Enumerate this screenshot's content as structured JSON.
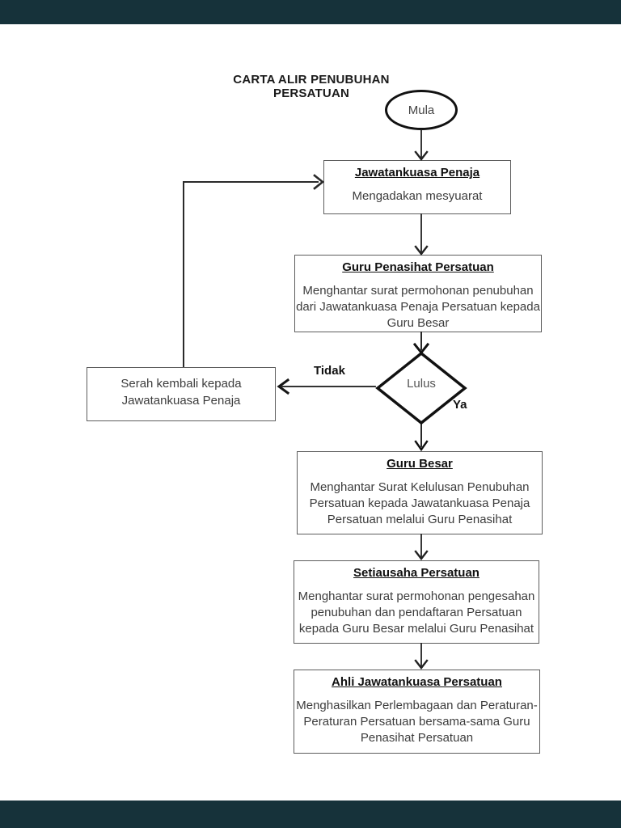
{
  "page": {
    "title": "CARTA ALIR PENUBUHAN PERSATUAN"
  },
  "flowchart": {
    "start": {
      "label": "Mula"
    },
    "nodes": {
      "penaja": {
        "title": "Jawatankuasa Penaja",
        "body": [
          "Mengadakan mesyuarat"
        ]
      },
      "penasihat": {
        "title": "Guru Penasihat Persatuan",
        "body": [
          "Menghantar surat permohonan penubuhan",
          "dari Jawatankuasa Penaja Persatuan kepada",
          "Guru Besar"
        ]
      },
      "gurubesar": {
        "title": "Guru Besar",
        "body": [
          "Menghantar Surat Kelulusan Penubuhan",
          "Persatuan kepada Jawatankuasa Penaja",
          "Persatuan melalui Guru Penasihat"
        ]
      },
      "setiausaha": {
        "title": "Setiausaha Persatuan",
        "body": [
          "Menghantar surat permohonan pengesahan",
          "penubuhan dan pendaftaran Persatuan",
          "kepada Guru Besar melalui Guru Penasihat"
        ]
      },
      "ahli": {
        "title": "Ahli Jawatankuasa Persatuan",
        "body": [
          "Menghasilkan Perlembagaan dan Peraturan-",
          "Peraturan Persatuan bersama-sama Guru",
          "Penasihat Persatuan"
        ]
      },
      "serah": {
        "body": [
          "Serah kembali kepada",
          "Jawatankuasa Penaja"
        ]
      }
    },
    "decision": {
      "label": "Lulus",
      "no_label": "Tidak",
      "yes_label": "Ya"
    }
  },
  "colors": {
    "letterbox": "#16323a",
    "page_background": "#ffffff",
    "shape_stroke": "#111111",
    "box_border": "#5d5d5d",
    "heading_text": "#111111",
    "body_text": "#3d3d3d",
    "connector": "#222222"
  }
}
